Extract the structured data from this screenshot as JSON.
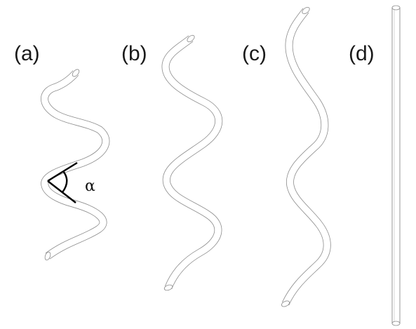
{
  "panels": [
    {
      "label": "(a)"
    },
    {
      "label": "(b)"
    },
    {
      "label": "(c)"
    },
    {
      "label": "(d)"
    }
  ],
  "annotation": {
    "angle_symbol": "α"
  },
  "colors": {
    "tube_outline": "#8c8c8c",
    "tube_fill": "#ffffff",
    "angle_lines": "#000000",
    "label_text": "#1a1a1a"
  }
}
